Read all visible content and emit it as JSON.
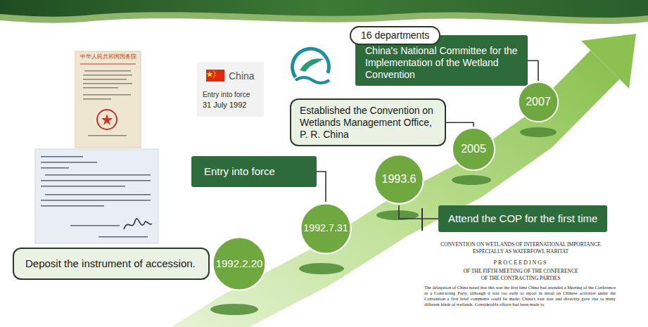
{
  "diagram": {
    "nodes": [
      {
        "text": [
          "Deposit the instrument of accession."
        ]
      },
      {
        "text": [
          "1992.2.20"
        ]
      },
      {
        "text": [
          "Entry into force"
        ]
      },
      {
        "text": [
          "1992.7.31"
        ]
      },
      {
        "text": [
          "Attend the COP for the first time"
        ]
      },
      {
        "text": [
          "1993.6"
        ]
      },
      {
        "text": [
          "Established the Convention on Wetlands Management Office, P. R. China"
        ]
      },
      {
        "text": [
          "2005"
        ]
      },
      {
        "text": [
          "16 departments"
        ]
      },
      {
        "text": [
          "China's National Committee for the Implementation of the Wetland Convention"
        ]
      },
      {
        "text": [
          "2007"
        ]
      },
      {
        "text": [
          "China",
          "Entry into force",
          "31 July 1992"
        ]
      }
    ],
    "edges": [
      {
        "from": 3,
        "to": 2,
        "arrow": "none"
      },
      {
        "from": 5,
        "to": 4,
        "arrow": "none"
      },
      {
        "from": 7,
        "to": 6,
        "arrow": "none"
      },
      {
        "from": 10,
        "to": 9,
        "arrow": "none"
      }
    ],
    "labels": [
      "中华人民共和国国务院",
      "CONVENTION ON WETLANDS OF INTERNATIONAL IMPORTANCE",
      "ESPECIALLY AS WATERFOWL HABITAT",
      "PROCEEDINGS",
      "OF THE FIFTH MEETING OF THE CONFERENCE",
      "OF THE CONTRACTING PARTIES",
      "The delegation of China noted that this was the first time China had attended a Meeting of the Conference as a Contracting Party, although it was too early to report in detail on Chinese activities under the Convention a first brief comments could be made: China's vast size and diversity gave rise to many different kinds of wetlands. Considerable efforts had been made to"
    ]
  }
}
